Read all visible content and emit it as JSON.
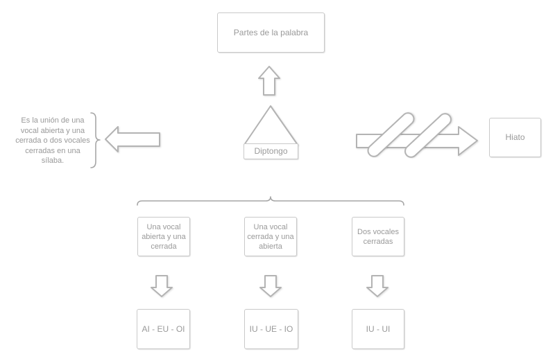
{
  "diagram": {
    "type": "concept-map",
    "topic": "Diptongo",
    "colors": {
      "background": "#ffffff",
      "node_fill": "#ffffff",
      "node_border": "#c9c9c9",
      "shape_outline": "#b3b3b3",
      "brace": "#a6a6a6",
      "text": "#999999"
    },
    "nodes": {
      "partes": {
        "label": "Partes de la palabra"
      },
      "diptongo": {
        "label": "Diptongo"
      },
      "definicion": {
        "label": "Es la unión de una vocal abierta y una cerrada o dos vocales cerradas en una sílaba."
      },
      "hiato": {
        "label": "Hiato"
      },
      "tipo1": {
        "label": "Una vocal abierta y una cerrada"
      },
      "tipo2": {
        "label": "Una vocal cerrada y una abierta"
      },
      "tipo3": {
        "label": "Dos vocales cerradas"
      },
      "ejemplos1": {
        "label": "AI - EU - OI"
      },
      "ejemplos2": {
        "label": "IU - UE - IO"
      },
      "ejemplos3": {
        "label": "IU - UI"
      }
    },
    "relations": [
      "Diptongo -> (flecha arriba) -> Partes de la palabra",
      "Diptongo -> (flecha izquierda, llave) -> definición",
      "Diptongo -> (flecha derecha tachada con dos barras) -> Hiato",
      "Diptongo -> (llave horizontal) -> tres tipos",
      "cada tipo -> (flecha abajo) -> ejemplos"
    ]
  }
}
